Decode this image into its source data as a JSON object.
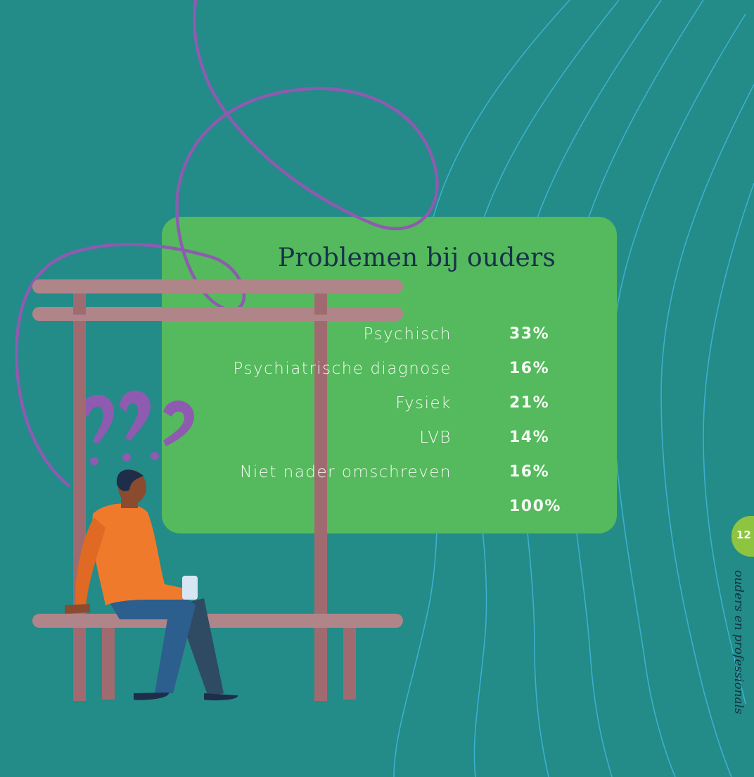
{
  "title": "Problemen bij ouders",
  "rows": [
    {
      "label": "Psychisch",
      "value": "33%"
    },
    {
      "label": "Psychiatrische diagnose",
      "value": "16%"
    },
    {
      "label": "Fysiek",
      "value": "21%"
    },
    {
      "label": "LVB",
      "value": "14%"
    },
    {
      "label": "Niet nader omschreven",
      "value": "16%"
    },
    {
      "label": "",
      "value": "100%"
    }
  ],
  "page_number": "12",
  "section": "ouders en professionals",
  "colors": {
    "background": "#238B88",
    "card": "#55B95D",
    "title": "#17314A",
    "tab": "#8DC440",
    "lines": "#3DB3D2",
    "squiggle": "#8E5BB0"
  }
}
